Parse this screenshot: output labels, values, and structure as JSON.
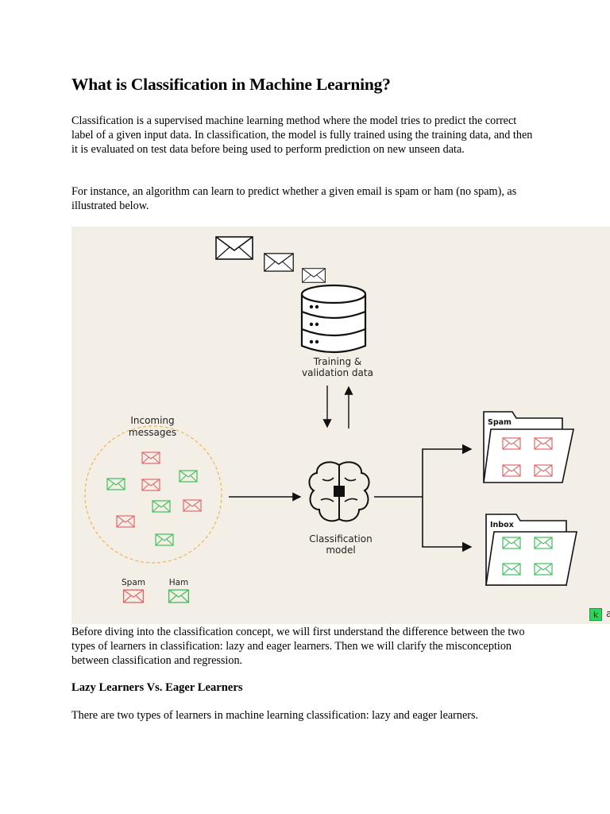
{
  "article": {
    "title": "What is Classification in Machine Learning?",
    "intro_paragraph": "Classification is a supervised machine learning method where the model tries to predict the correct label of a given input data. In classification, the model is fully trained using the training data, and then it is evaluated on test data before being used to perform prediction on new unseen data.",
    "example_paragraph": "For instance, an algorithm can learn to predict whether a given email is spam or ham (no spam), as illustrated below.",
    "after_figure_paragraph": "Before diving into the classification concept, we will first understand the difference between the two types of learners in classification: lazy and eager learners. Then we will clarify the misconception between classification and regression.",
    "section_heading": "Lazy Learners Vs. Eager Learners",
    "section_paragraph": "There are two types of learners in machine learning classification: lazy and eager learners."
  },
  "figure": {
    "training_label_line1": "Training &",
    "training_label_line2": "validation data",
    "incoming_label_line1": "Incoming",
    "incoming_label_line2": "messages",
    "model_label_line1": "Classification",
    "model_label_line2": "model",
    "spam_folder_label": "Spam",
    "inbox_folder_label": "Inbox",
    "legend_spam": "Spam",
    "legend_ham": "Ham",
    "colors": {
      "background": "#f4efe6",
      "spam": "#e0686a",
      "ham": "#3fbf5c",
      "circle": "#f0b64a",
      "line": "#111111"
    }
  },
  "watermark": {
    "badge_glyph": "k",
    "trailing_text": "a"
  }
}
